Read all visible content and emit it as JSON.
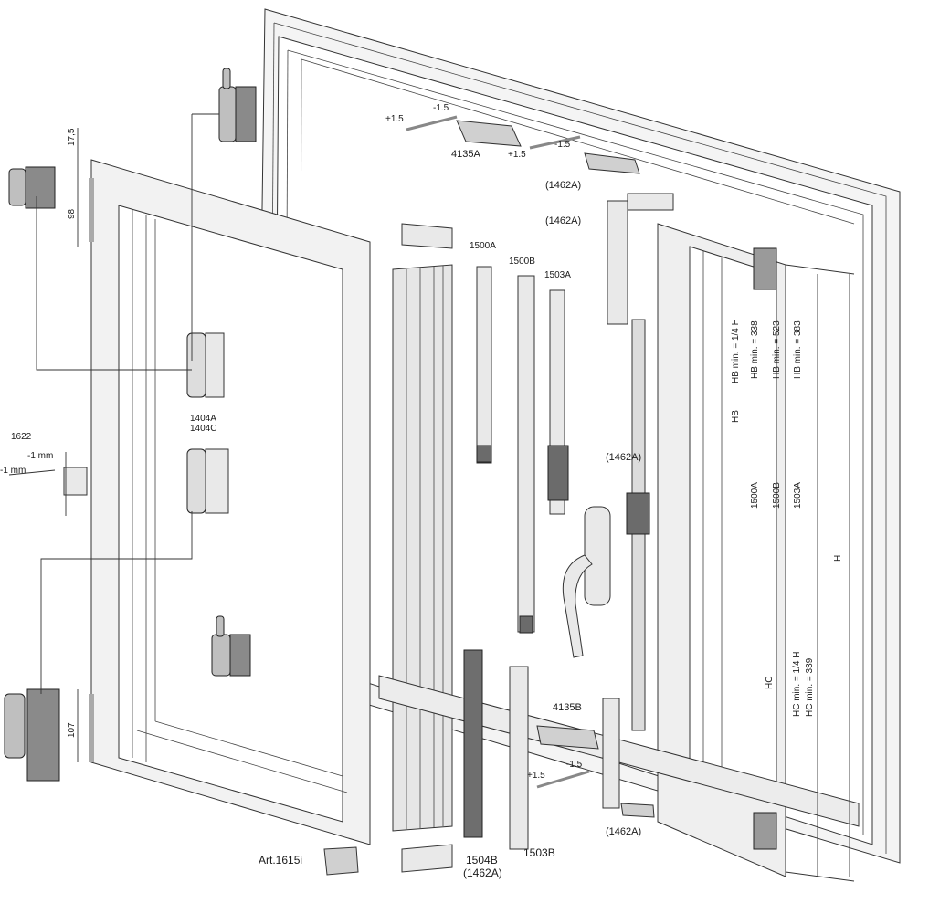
{
  "labels": {
    "keeper_top_a": "4135A",
    "keeper_top_b": "(1462A)",
    "corner_top": "(1462A)",
    "mid_right": "(1462A)",
    "bottom_right": "(1462A)",
    "rod_1500a": "1500A",
    "rod_1500b": "1500B",
    "rod_1503a": "1503A",
    "hinge_mid": "1404A",
    "hinge_mid2": "1404C",
    "adjuster": "1622",
    "keeper_bottom": "4135B",
    "art_bottom": "Art.1615i",
    "bottom_1504b": "1504B",
    "bottom_1504b_sub": "(1462A)",
    "bottom_1503b": "1503B"
  },
  "dimensions": {
    "d175": "17,5",
    "d98": "98",
    "d107": "107",
    "plus15_a": "+1.5",
    "minus15_a": "-1.5",
    "plus15_b": "+1.5",
    "minus15_b": "-1.5",
    "plus15_c": "+1.5",
    "minus15_c": "-1.5",
    "minus1mm_a": "-1 mm",
    "minus1mm_b": "-1 mm"
  },
  "height_notes": {
    "hb_rule": "HB min. = 1/4 H",
    "hb_338": "HB min. = 338",
    "hb_523": "HB min. = 523",
    "hb_383": "HB min. = 383",
    "hb": "HB",
    "v1500a": "1500A",
    "v1500b": "1500B",
    "v1503a": "1503A",
    "h": "H",
    "hc": "HC",
    "hc_rule": "HC min. = 1/4 H",
    "hc_339": "HC min. = 339"
  }
}
